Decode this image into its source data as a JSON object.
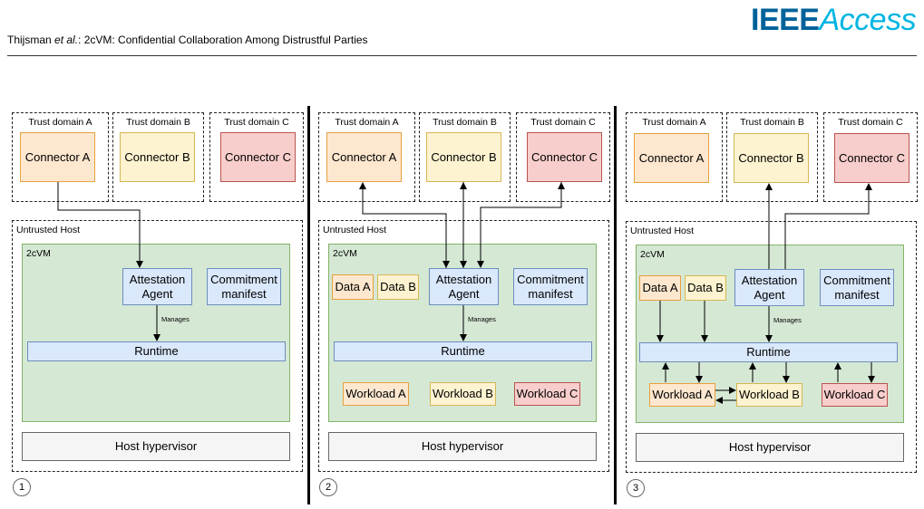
{
  "header": {
    "authors": "Thijsman",
    "etal": "et al.",
    "title_rest": ": 2cVM: Confidential Collaboration Among Distrustful Parties",
    "logo_ieee": "IEEE",
    "logo_access": "Access"
  },
  "labels": {
    "trust_a": "Trust domain A",
    "trust_b": "Trust domain B",
    "trust_c": "Trust domain C",
    "connector_a": "Connector A",
    "connector_b": "Connector B",
    "connector_c": "Connector C",
    "untrusted_host": "Untrusted Host",
    "cvm": "2cVM",
    "attestation_agent": "Attestation\nAgent",
    "commitment_manifest": "Commitment\nmanifest",
    "manages": "Manages",
    "runtime": "Runtime",
    "host_hypervisor": "Host hypervisor",
    "data_a": "Data A",
    "data_b": "Data B",
    "workload_a": "Workload A",
    "workload_b": "Workload B",
    "workload_c": "Workload C"
  },
  "panels": [
    {
      "number": "1"
    },
    {
      "number": "2"
    },
    {
      "number": "3"
    }
  ],
  "colors": {
    "orange_fill": "#fde7cf",
    "orange_stroke": "#e6a13c",
    "yellow_fill": "#fef3d0",
    "yellow_stroke": "#d6b656",
    "red_fill": "#f8cecc",
    "red_stroke": "#b85450",
    "blue_fill": "#dae8fc",
    "blue_stroke": "#6c8ebf",
    "green_fill": "#d5e8d4",
    "green_stroke": "#82b366",
    "gray_fill": "#f5f5f5",
    "gray_stroke": "#666666"
  }
}
